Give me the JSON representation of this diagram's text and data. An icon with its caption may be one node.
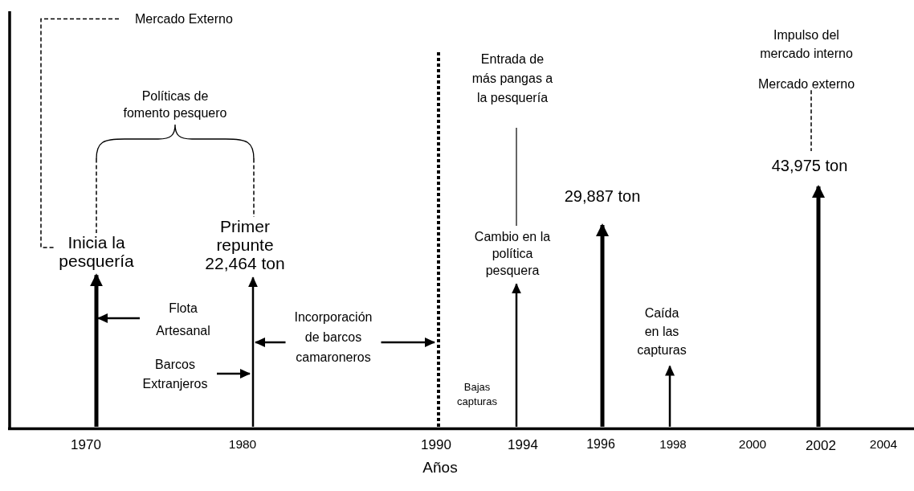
{
  "diagram": {
    "nodes": [
      {
        "text": [
          "Mercado Externo"
        ]
      },
      {
        "text": [
          "Inicia la pesquería"
        ]
      },
      {
        "text": [
          "Primer repunte 22,464 ton"
        ]
      },
      {
        "text": [
          "Políticas de fomento pesquero"
        ]
      },
      {
        "text": [
          "Flota Artesanal"
        ]
      },
      {
        "text": [
          "Barcos Extranjeros"
        ]
      },
      {
        "text": [
          "Incorporación de barcos camaroneros"
        ]
      },
      {
        "text": [
          "Entrada de más pangas a la pesquería"
        ]
      },
      {
        "text": [
          "Cambio en la política pesquera"
        ]
      },
      {
        "text": [
          "29,887 ton"
        ]
      },
      {
        "text": [
          "Caída en las capturas"
        ]
      },
      {
        "text": [
          "Impulso del mercado interno"
        ]
      },
      {
        "text": [
          "Mercado externo"
        ]
      },
      {
        "text": [
          "43,975 ton"
        ]
      }
    ],
    "edges": [
      {
        "from": 0,
        "to": 1,
        "arrow": "none",
        "style": "dashed"
      },
      {
        "from": 3,
        "to": 1,
        "arrow": "none",
        "style": "dashed"
      },
      {
        "from": 3,
        "to": 2,
        "arrow": "none",
        "style": "dashed"
      },
      {
        "from": null,
        "to": 1,
        "arrow": "to",
        "style": "thick"
      },
      {
        "from": null,
        "to": 2,
        "arrow": "to"
      },
      {
        "from": 4,
        "to": null,
        "arrow": "to"
      },
      {
        "from": 5,
        "to": null,
        "arrow": "to"
      },
      {
        "from": 6,
        "to": null,
        "arrow": "to"
      },
      {
        "from": 6,
        "to": null,
        "arrow": "to"
      },
      {
        "from": 7,
        "to": 8,
        "arrow": "none"
      },
      {
        "from": null,
        "to": 8,
        "arrow": "to"
      },
      {
        "from": null,
        "to": 9,
        "arrow": "to",
        "style": "thick"
      },
      {
        "from": null,
        "to": 10,
        "arrow": "to"
      },
      {
        "from": 12,
        "to": 13,
        "arrow": "none",
        "style": "dashed"
      },
      {
        "from": null,
        "to": 13,
        "arrow": "to",
        "style": "thick"
      }
    ],
    "labels": [
      "Bajas capturas",
      "1970",
      "1980",
      "1990",
      "1994",
      "1996",
      "1998",
      "2000",
      "2002",
      "2004",
      "Años"
    ]
  }
}
